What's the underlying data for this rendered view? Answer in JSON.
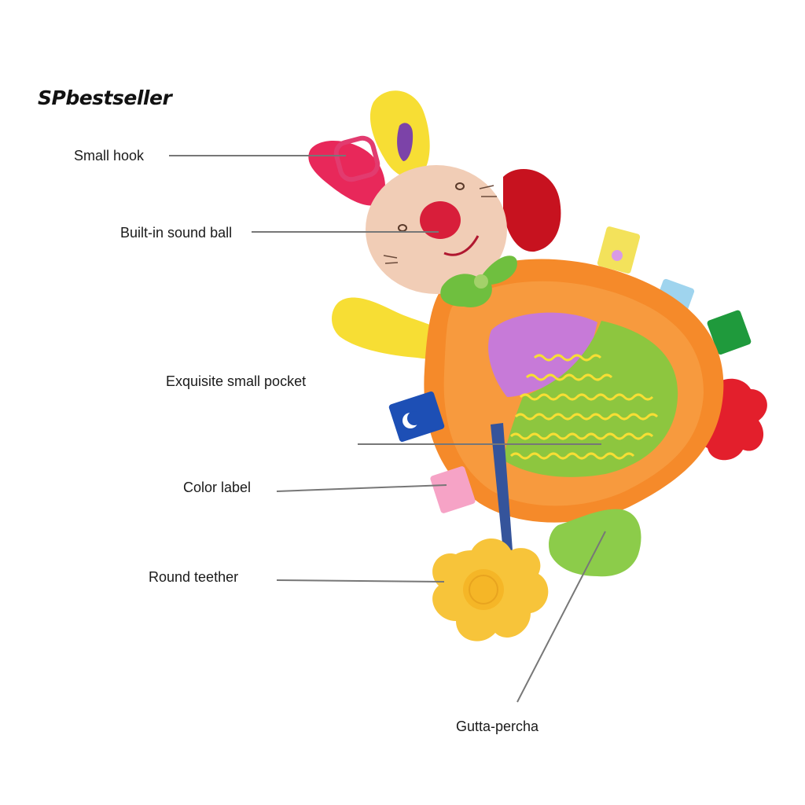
{
  "brand": {
    "text": "SPbestseller"
  },
  "callouts": {
    "small_hook": "Small hook",
    "sound_ball": "Built-in sound ball",
    "small_pocket": "Exquisite small pocket",
    "color_label": "Color label",
    "round_teether": "Round teether",
    "gutta_percha": "Gutta-percha"
  },
  "colors": {
    "body_orange": "#f58a2a",
    "head_beige": "#f1cdb6",
    "nose_red": "#d81e3a",
    "ear_yellow": "#f7d630",
    "ear_pink": "#e8285a",
    "pocket_green": "#8dc63f",
    "pocket_purple": "#c77ad8",
    "teether_yellow": "#f7c43a",
    "foot_green": "#8ccc4a",
    "foot_red": "#e62633",
    "leader_line": "#777777"
  }
}
